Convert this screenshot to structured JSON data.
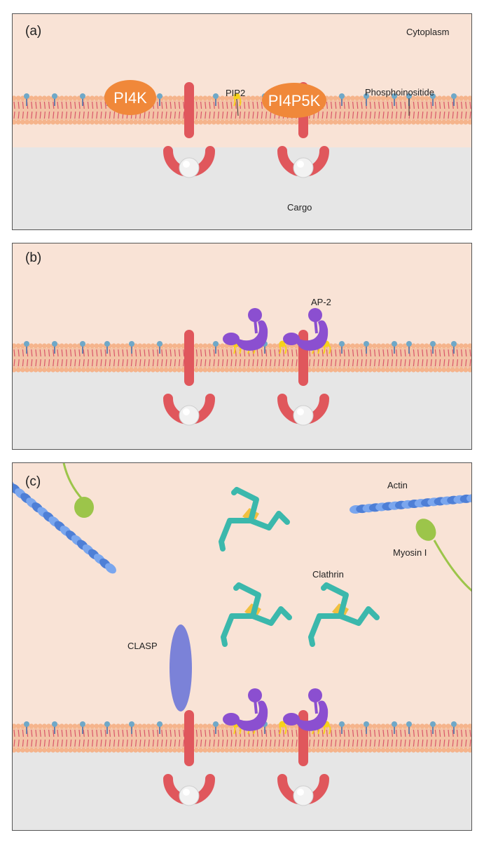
{
  "panels": [
    {
      "id": "a",
      "label": "(a)",
      "texts": {
        "cytoplasm": "Cytoplasm",
        "pi4k": "PI4K",
        "pip2": "PIP2",
        "pi4p5k": "PI4P5K",
        "phosphoinositide": "Phosphoinositide",
        "cargo": "Cargo"
      }
    },
    {
      "id": "b",
      "label": "(b)",
      "texts": {
        "ap2": "AP-2"
      }
    },
    {
      "id": "c",
      "label": "(c)",
      "texts": {
        "actin": "Actin",
        "myosin": "Myosin I",
        "clathrin": "Clathrin",
        "clasp": "CLASP"
      }
    }
  ],
  "colors": {
    "cytoplasm": "#f9e3d6",
    "lumen": "#e6e6e6",
    "lipid_head": "#f5b48c",
    "lipid_tail": "#d9566a",
    "receptor": "#e0575c",
    "cargo": "#f2f2f2",
    "kinase": "#f0883a",
    "ap2": "#8b4fd0",
    "clathrin": "#3bb8ac",
    "clathrin_hub": "#f0c040",
    "actin": "#4e7fd6",
    "myosin": "#9cc54a",
    "clasp": "#7b82d8",
    "pip2": "#f7d21a",
    "phosphoinositide": "#6fa8c8"
  },
  "icons": [
    "receptor-icon",
    "cargo-icon",
    "membrane-icon",
    "ap2-icon",
    "clathrin-icon",
    "actin-icon",
    "myosin-icon",
    "clasp-icon"
  ]
}
